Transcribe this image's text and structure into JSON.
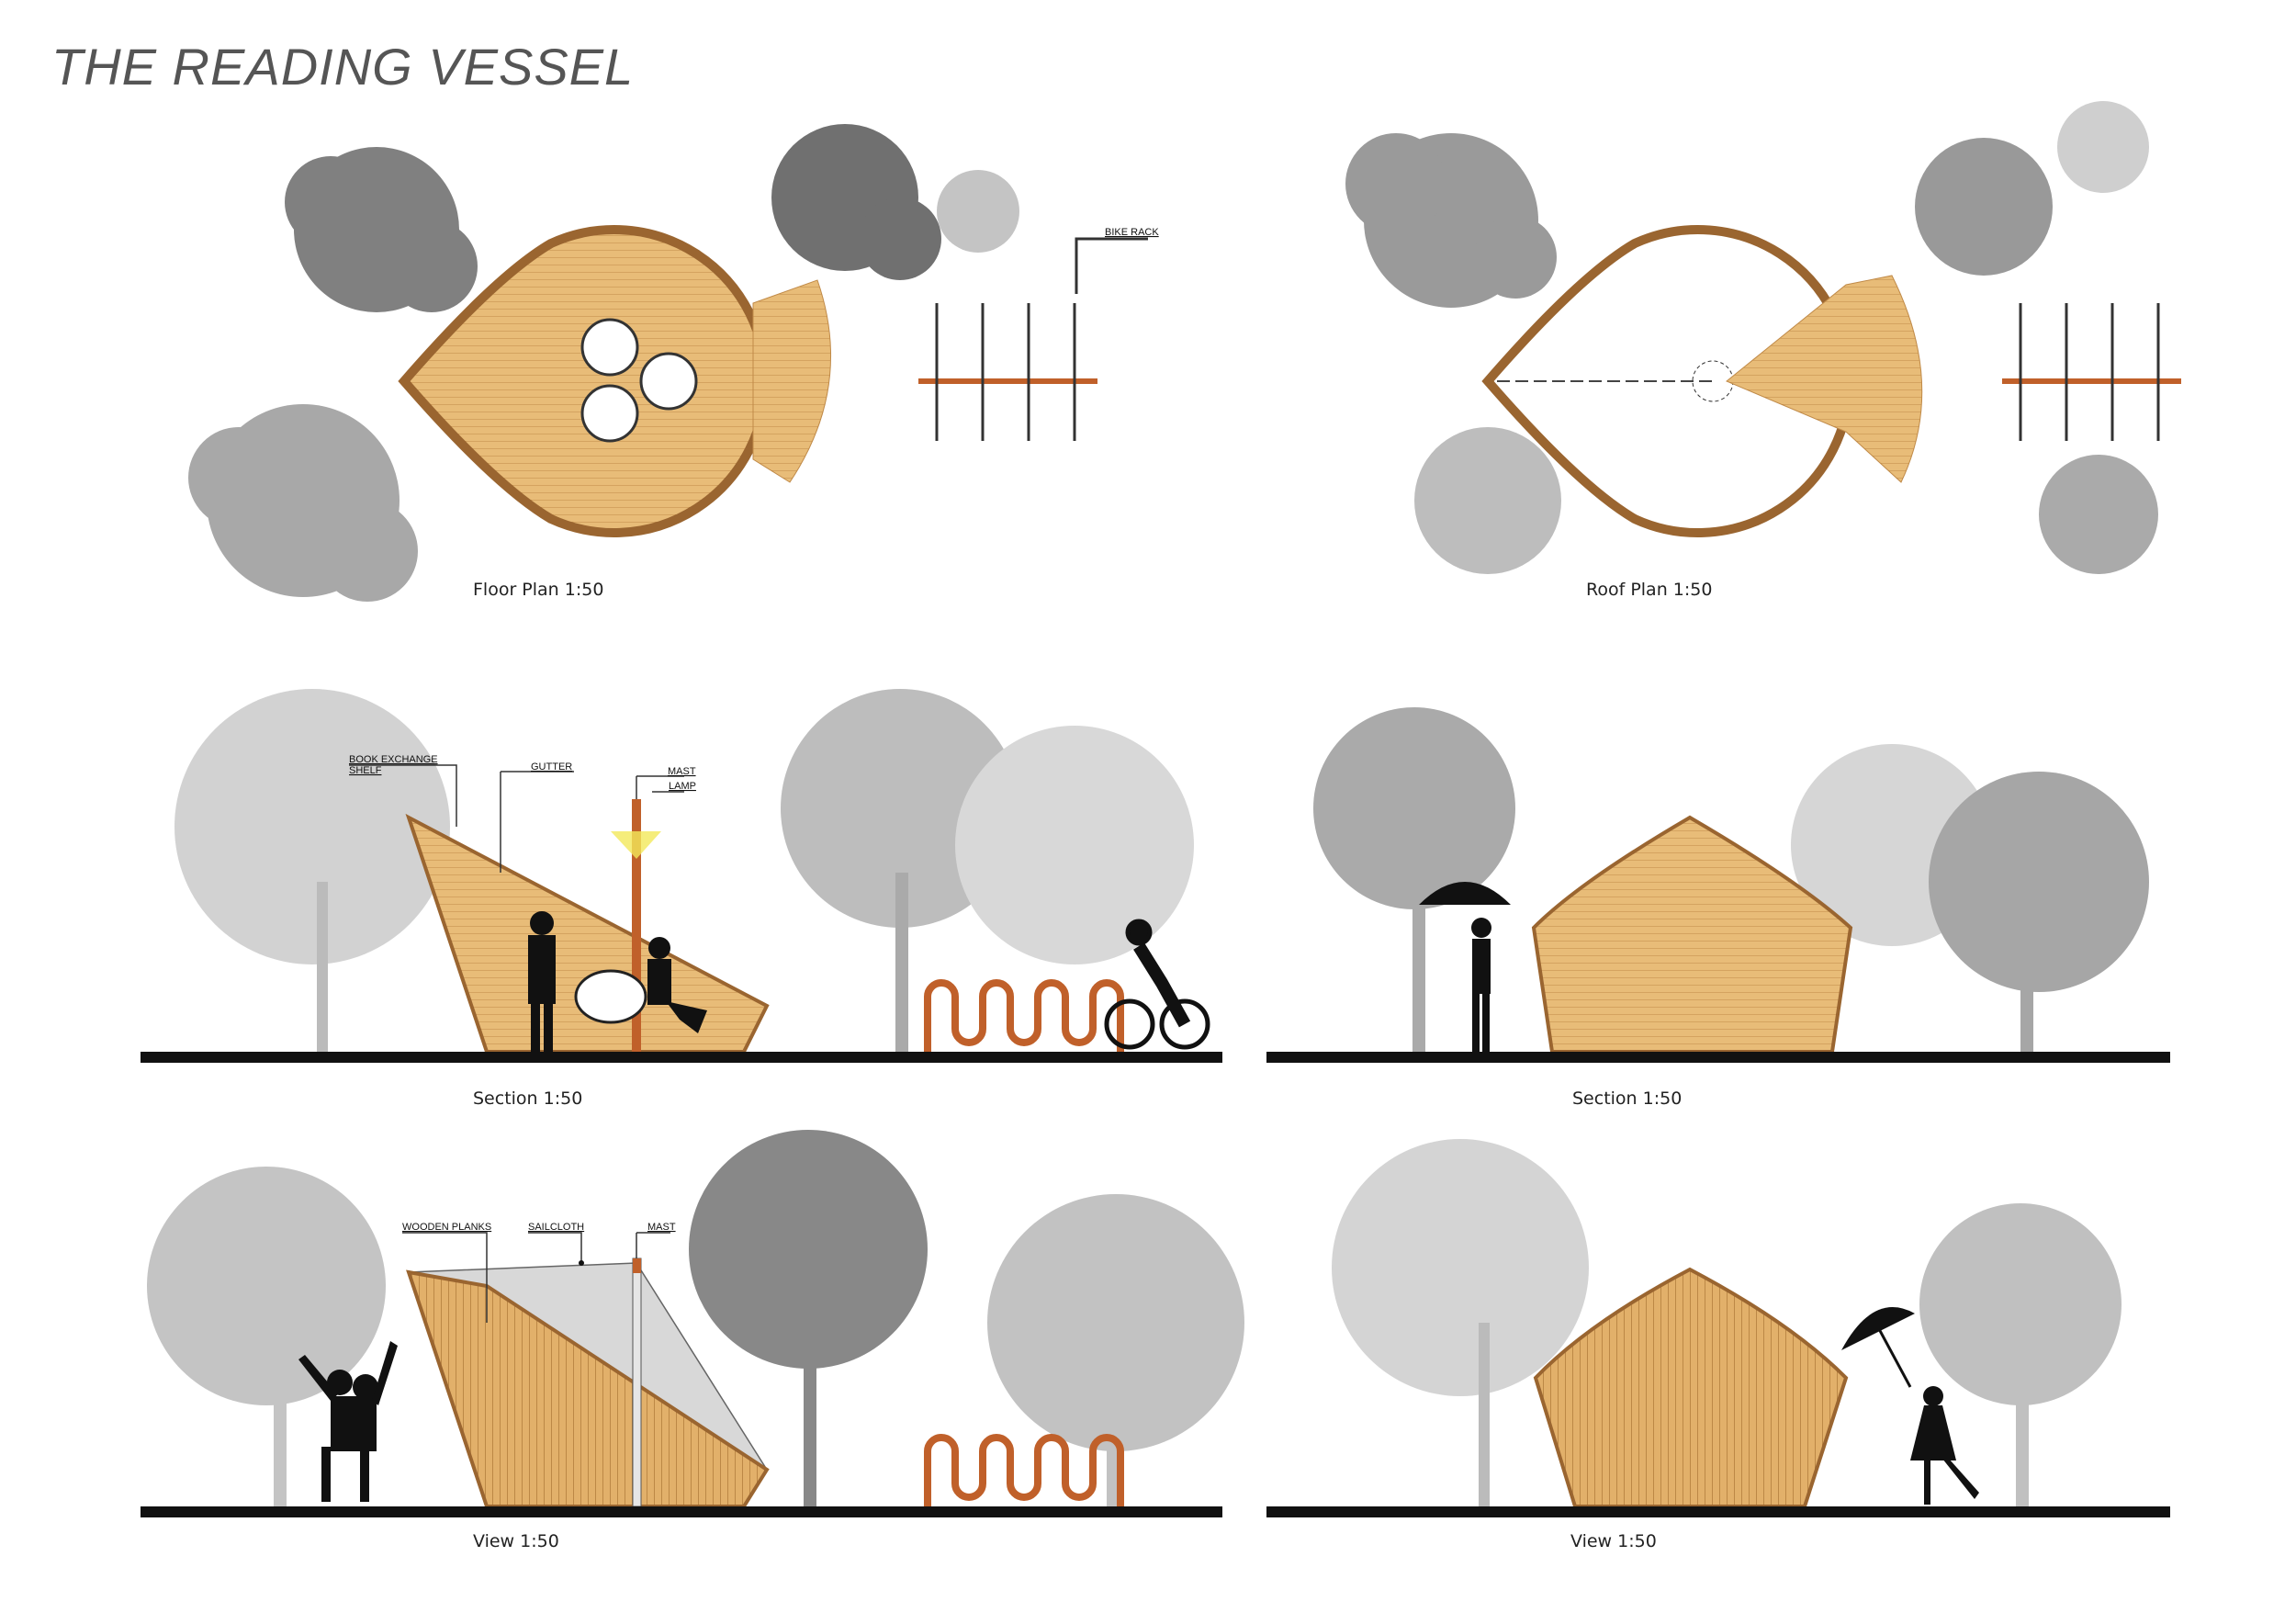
{
  "title": "THE READING VESSEL",
  "captions": {
    "floor_plan": "Floor Plan 1:50",
    "roof_plan": "Roof Plan 1:50",
    "section_left": "Section 1:50",
    "section_right": "Section 1:50",
    "view_left": "View 1:50",
    "view_right": "View 1:50"
  },
  "annotations": {
    "bike_rack": "BIKE RACK",
    "book_exchange_1": "BOOK EXCHANGE",
    "book_exchange_2": "SHELF",
    "gutter": "GUTTER",
    "mast_section": "MAST",
    "lamp": "LAMP",
    "wooden_planks": "WOODEN PLANKS",
    "sailcloth": "SAILCLOTH",
    "mast_view": "MAST"
  },
  "colors": {
    "wood": "#e2b06a",
    "wood_dark": "#9a6530",
    "rack": "#c0602a",
    "tree_dark": "#808080",
    "tree_mid": "#a8a8a8",
    "tree_light": "#cccccc",
    "ground": "#111111"
  }
}
